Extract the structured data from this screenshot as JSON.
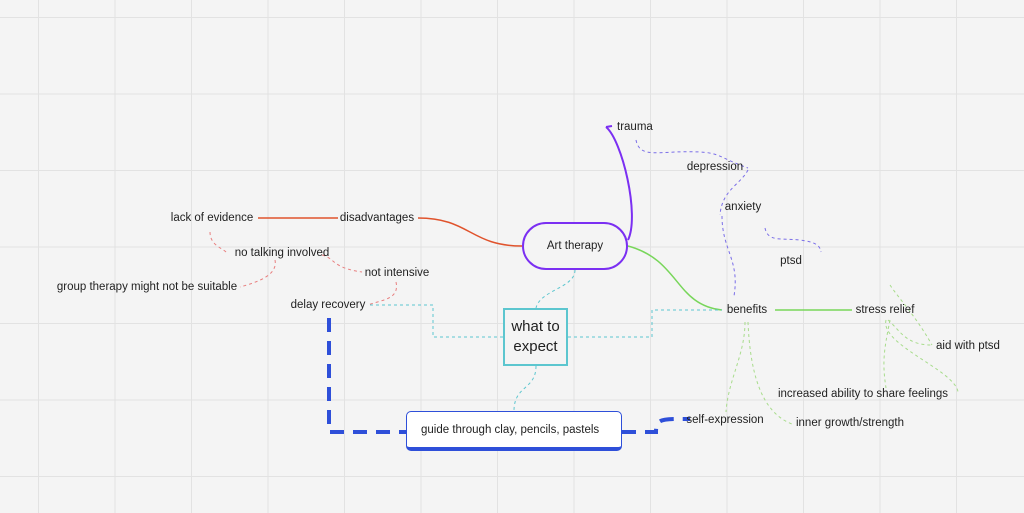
{
  "mindmap": {
    "center": "Art therapy",
    "what_to_expect": "what to expect",
    "guide": "guide through clay, pencils, pastels",
    "disadvantages": {
      "label": "disadvantages",
      "items": [
        "lack of evidence",
        "no talking involved",
        "not intensive",
        "group therapy might not be suitable",
        "delay recovery"
      ]
    },
    "benefits": {
      "label": "benefits",
      "conditions": [
        "trauma",
        "depression",
        "anxiety",
        "ptsd"
      ],
      "stress_relief": "stress relief",
      "stress_relief_items": [
        "aid with ptsd",
        "increased ability to share feelings"
      ],
      "other_items": [
        "self-expression",
        "inner growth/strength"
      ]
    }
  },
  "colors": {
    "purple": "#7b2ff2",
    "orange": "#e0532c",
    "green": "#78d65a",
    "cyan": "#5cc6cf",
    "blue": "#2e4fd9",
    "lavender": "#7a6ee8",
    "light_red": "#e88080",
    "light_green": "#a8dc8c"
  }
}
